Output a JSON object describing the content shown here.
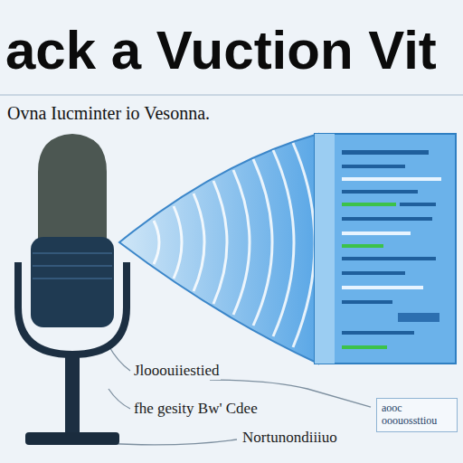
{
  "diagram": {
    "title": "ack a Vuction Vit",
    "nodes": [
      {
        "text": [
          "aooc ooouossttiou"
        ]
      }
    ],
    "labels": [
      "Ovna Iucminter io Vesonna.",
      "Jlooouiiestied",
      "fhe gesity Bw' Cdee",
      "Nortunondiiiuo"
    ]
  }
}
